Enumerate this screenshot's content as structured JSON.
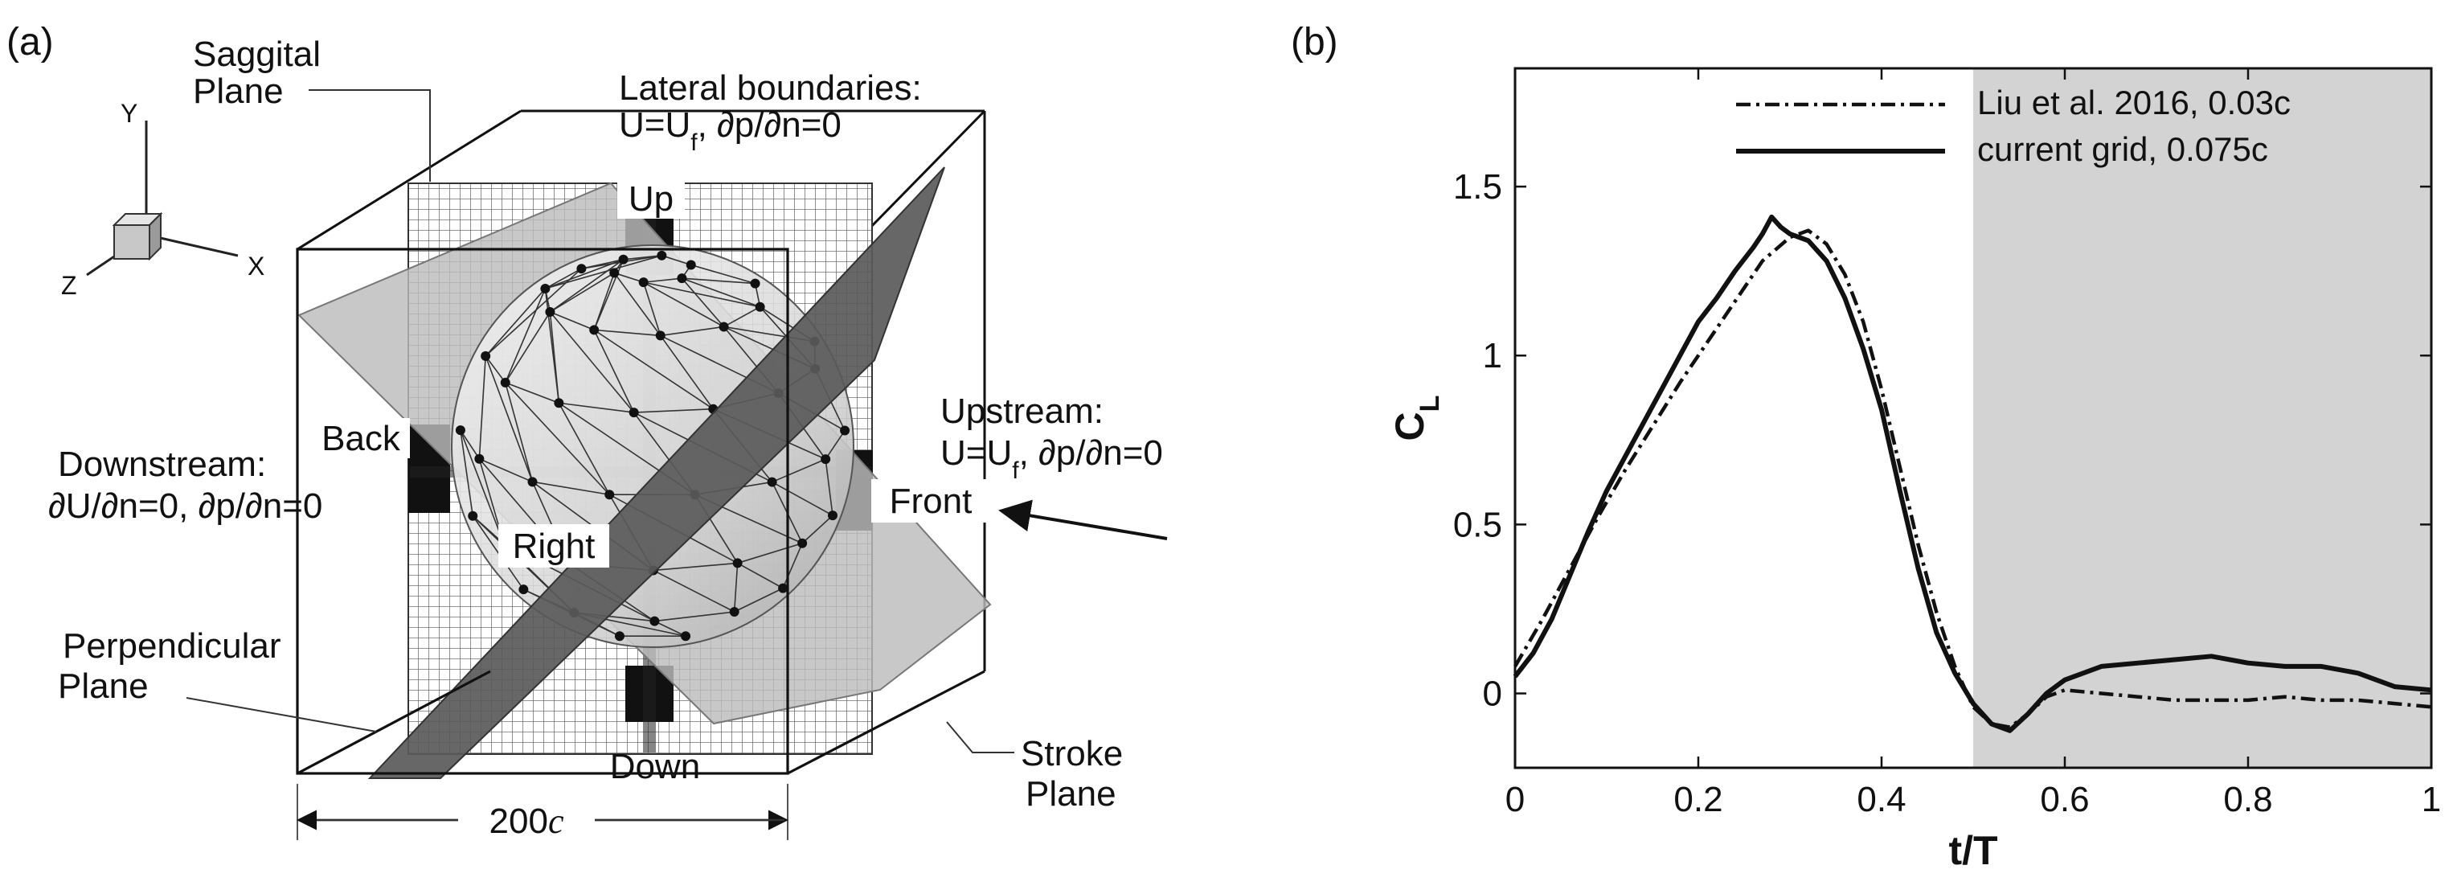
{
  "figure": {
    "panel_a_label": "(a)",
    "panel_b_label": "(b)"
  },
  "diagram": {
    "axes": {
      "y": "Y",
      "x": "X",
      "z": "Z"
    },
    "saggital_plane": [
      "Saggital",
      "Plane"
    ],
    "lateral_boundaries": [
      "Lateral boundaries:",
      "U=U",
      "f",
      ", ∂p/∂n=0"
    ],
    "up": "Up",
    "down": "Down",
    "back": "Back",
    "front": "Front",
    "right": "Right",
    "upstream": [
      "Upstream:",
      "U=U",
      "f",
      ", ∂p/∂n=0"
    ],
    "downstream": [
      "Downstream:",
      "∂U/∂n=0, ∂p/∂n=0"
    ],
    "perpendicular_plane": [
      "Perpendicular",
      "Plane"
    ],
    "stroke_plane": [
      "Stroke",
      "Plane"
    ],
    "domain_size": "200",
    "domain_size_unit": "c"
  },
  "chart_data": {
    "type": "line",
    "xlabel": "t/T",
    "ylabel": "C",
    "ylabel_subscript": "L",
    "xlim": [
      0,
      1
    ],
    "ylim": [
      -0.22,
      1.85
    ],
    "xticks": [
      "0",
      "0.2",
      "0.4",
      "0.6",
      "0.8",
      "1"
    ],
    "yticks": [
      "0",
      "0.5",
      "1",
      "1.5"
    ],
    "shaded_region": [
      0.5,
      1.0
    ],
    "legend_position": "top-right",
    "series": [
      {
        "name": "Liu et al. 2016, 0.03c",
        "style": "dash-dot",
        "x": [
          0.0,
          0.03,
          0.06,
          0.09,
          0.12,
          0.15,
          0.18,
          0.21,
          0.24,
          0.27,
          0.3,
          0.32,
          0.34,
          0.36,
          0.38,
          0.4,
          0.42,
          0.44,
          0.46,
          0.48,
          0.5,
          0.52,
          0.54,
          0.56,
          0.58,
          0.6,
          0.64,
          0.68,
          0.72,
          0.76,
          0.8,
          0.84,
          0.88,
          0.92,
          0.96,
          1.0
        ],
        "values": [
          0.08,
          0.22,
          0.37,
          0.52,
          0.66,
          0.79,
          0.92,
          1.04,
          1.16,
          1.28,
          1.35,
          1.37,
          1.33,
          1.24,
          1.1,
          0.9,
          0.67,
          0.44,
          0.24,
          0.08,
          -0.04,
          -0.09,
          -0.1,
          -0.06,
          -0.01,
          0.01,
          0.0,
          -0.01,
          -0.02,
          -0.02,
          -0.02,
          -0.01,
          -0.02,
          -0.02,
          -0.03,
          -0.04
        ]
      },
      {
        "name": "current grid, 0.075c",
        "style": "solid",
        "x": [
          0.0,
          0.02,
          0.04,
          0.06,
          0.08,
          0.1,
          0.12,
          0.14,
          0.16,
          0.18,
          0.2,
          0.22,
          0.24,
          0.26,
          0.27,
          0.28,
          0.29,
          0.3,
          0.32,
          0.34,
          0.36,
          0.38,
          0.4,
          0.42,
          0.44,
          0.46,
          0.48,
          0.5,
          0.52,
          0.54,
          0.56,
          0.58,
          0.6,
          0.64,
          0.68,
          0.72,
          0.76,
          0.8,
          0.84,
          0.88,
          0.92,
          0.96,
          1.0
        ],
        "values": [
          0.05,
          0.12,
          0.22,
          0.35,
          0.48,
          0.6,
          0.7,
          0.8,
          0.9,
          1.0,
          1.1,
          1.17,
          1.25,
          1.32,
          1.36,
          1.41,
          1.38,
          1.36,
          1.34,
          1.28,
          1.17,
          1.02,
          0.84,
          0.6,
          0.37,
          0.18,
          0.06,
          -0.03,
          -0.09,
          -0.11,
          -0.06,
          0.0,
          0.04,
          0.08,
          0.09,
          0.1,
          0.11,
          0.09,
          0.08,
          0.08,
          0.06,
          0.02,
          0.01
        ]
      }
    ]
  }
}
